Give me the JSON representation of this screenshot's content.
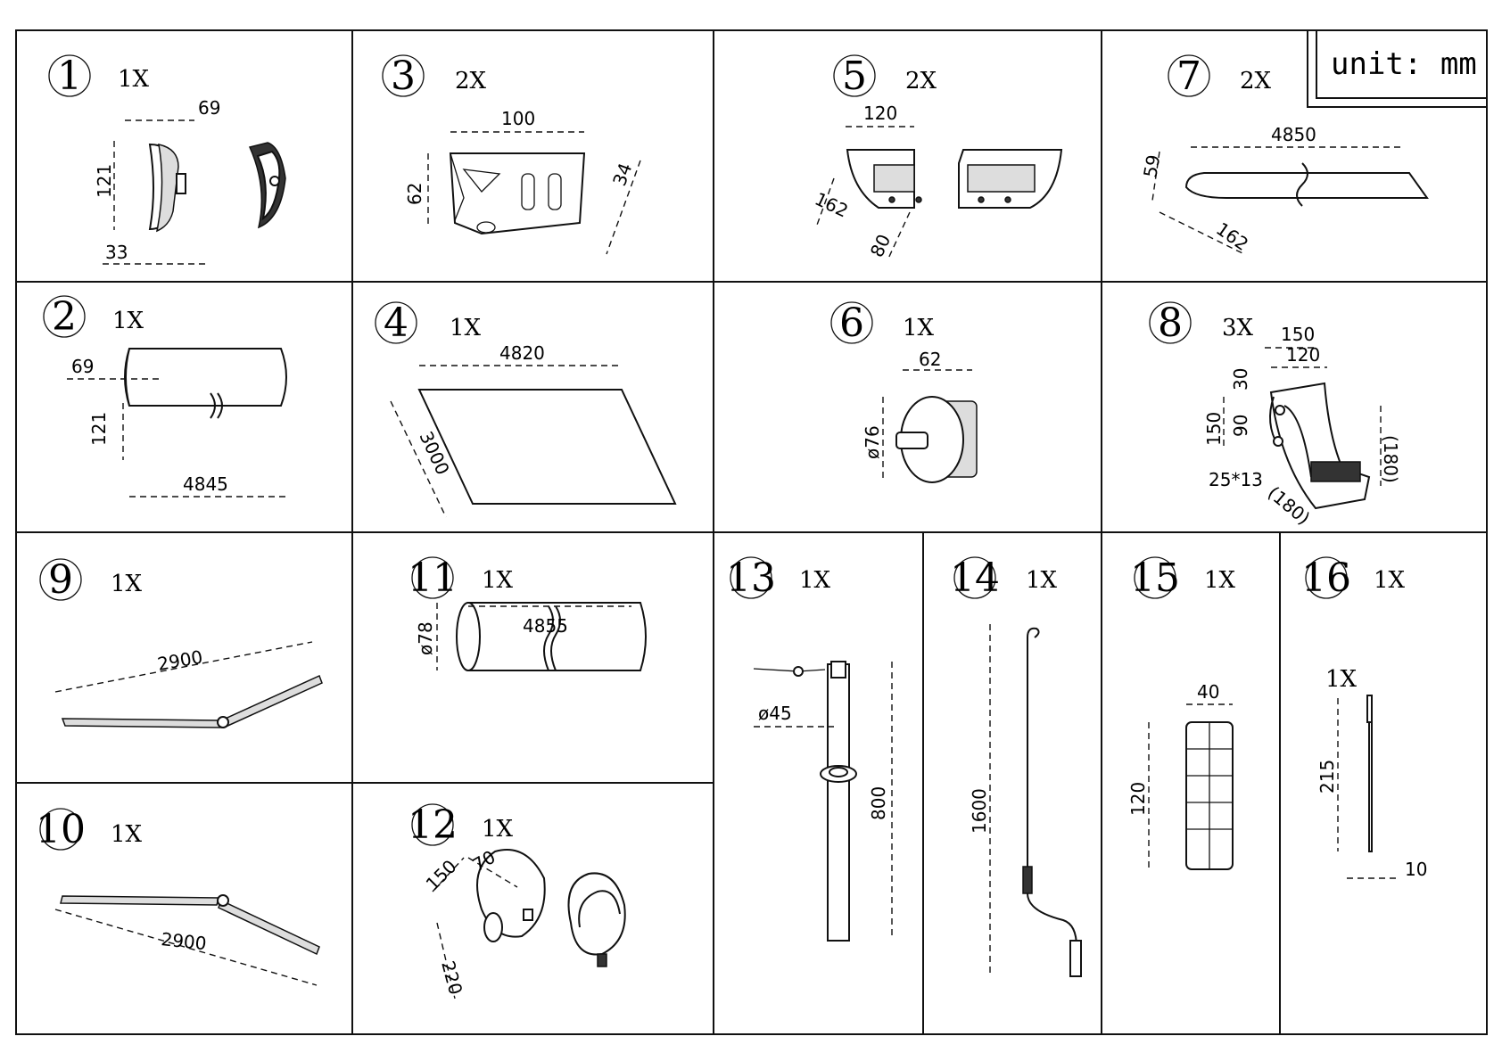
{
  "unit_label": "unit: mm",
  "parts": [
    {
      "num": "1",
      "qty": "1X",
      "dims": [
        "69",
        "121",
        "33"
      ]
    },
    {
      "num": "2",
      "qty": "1X",
      "dims": [
        "69",
        "121",
        "4845"
      ]
    },
    {
      "num": "3",
      "qty": "2X",
      "dims": [
        "100",
        "62",
        "34"
      ]
    },
    {
      "num": "4",
      "qty": "1X",
      "dims": [
        "4820",
        "3000"
      ]
    },
    {
      "num": "5",
      "qty": "2X",
      "dims": [
        "120",
        "162",
        "80"
      ]
    },
    {
      "num": "6",
      "qty": "1X",
      "dims": [
        "62",
        "ø76"
      ]
    },
    {
      "num": "7",
      "qty": "2X",
      "dims": [
        "4850",
        "59",
        "162"
      ]
    },
    {
      "num": "8",
      "qty": "3X",
      "dims": [
        "150",
        "120",
        "30",
        "150",
        "90",
        "(180)",
        "25*13",
        "(180)"
      ]
    },
    {
      "num": "9",
      "qty": "1X",
      "dims": [
        "2900"
      ]
    },
    {
      "num": "10",
      "qty": "1X",
      "dims": [
        "2900"
      ]
    },
    {
      "num": "11",
      "qty": "1X",
      "dims": [
        "4855",
        "ø78"
      ]
    },
    {
      "num": "12",
      "qty": "1X",
      "dims": [
        "150",
        "70",
        "220"
      ]
    },
    {
      "num": "13",
      "qty": "1X",
      "dims": [
        "ø45",
        "800"
      ]
    },
    {
      "num": "14",
      "qty": "1X",
      "dims": [
        "1600"
      ]
    },
    {
      "num": "15",
      "qty": "1X",
      "dims": [
        "40",
        "120"
      ]
    },
    {
      "num": "16",
      "qty": "1X",
      "dims": [
        "1X",
        "215",
        "10"
      ]
    }
  ]
}
